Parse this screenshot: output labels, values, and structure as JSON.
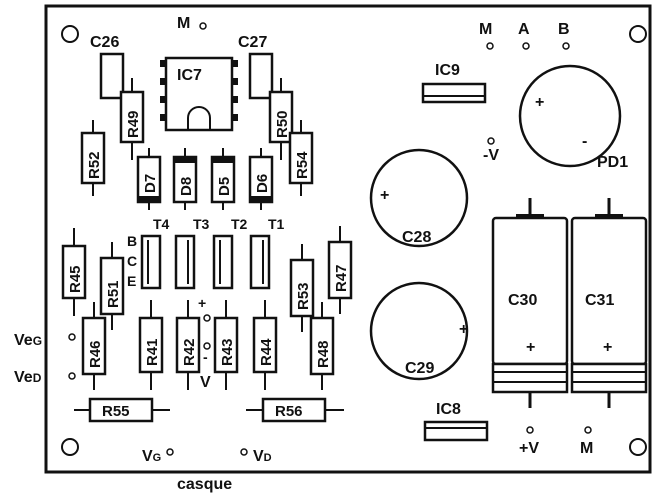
{
  "labels": {
    "c26": "C26",
    "c27": "C27",
    "m_top": "M",
    "ic7": "IC7",
    "m_top_right": "M",
    "a": "A",
    "b": "B",
    "ic9": "IC9",
    "minus_v": "-V",
    "pd1": "PD1",
    "d7": "D7",
    "d8": "D8",
    "d5": "D5",
    "d6": "D6",
    "t4": "T4",
    "t3": "T3",
    "t2": "T2",
    "t1": "T1",
    "pin_b": "B",
    "pin_c": "C",
    "pin_e": "E",
    "c28": "C28",
    "c29": "C29",
    "c30": "C30",
    "c31": "C31",
    "veg": "VeG",
    "ved": "VeD",
    "plus_sign": "+",
    "minus_sign": "-",
    "v_mid": "V",
    "ic8": "IC8",
    "plus_v": "+V",
    "m_bottom": "M",
    "vg": "VG",
    "vd": "VD",
    "casque": "casque",
    "r45": "R45",
    "r46": "R46",
    "r51": "R51",
    "r41": "R41",
    "r42": "R42",
    "r43": "R43",
    "r44": "R44",
    "r53": "R53",
    "r48": "R48",
    "r47": "R47",
    "r52": "R52",
    "r49": "R49",
    "r50": "R50",
    "r54": "R54",
    "r55": "R55",
    "r56": "R56",
    "plus": "+",
    "minus": "-"
  }
}
